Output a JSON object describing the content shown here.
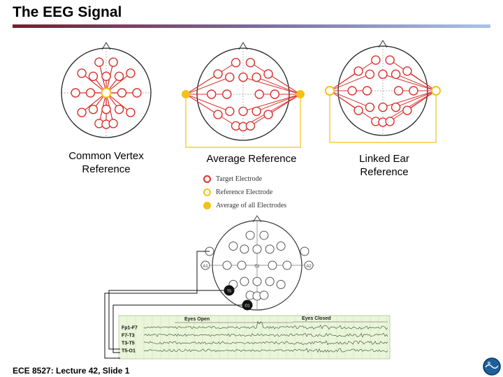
{
  "slide": {
    "title": "The EEG Signal",
    "footer": "ECE 8527: Lecture 42, Slide 1"
  },
  "captions": {
    "common_vertex": "Common Vertex Reference",
    "average": "Average Reference",
    "linked_ear": "Linked Ear Reference"
  },
  "legend": {
    "target": "Target Electrode",
    "reference": "Reference Electrode",
    "average": "Average of all Electrodes"
  },
  "electrodes": {
    "left_ear": "A1",
    "right_ear": "A2",
    "vertex": "Cz",
    "bottom_lead_1": "T5",
    "bottom_lead_2": "O1"
  },
  "trace": {
    "eyes_open": "Eyes Open",
    "eyes_closed": "Eyes Closed",
    "channels": [
      "Fp1-F7",
      "F7-T3",
      "T3-T5",
      "T5-O1"
    ]
  },
  "colors": {
    "target": "#d9302c",
    "reference": "#f2c21a",
    "title_bar_start": "#7a1c2c",
    "title_bar_end": "#a9c4e8"
  }
}
